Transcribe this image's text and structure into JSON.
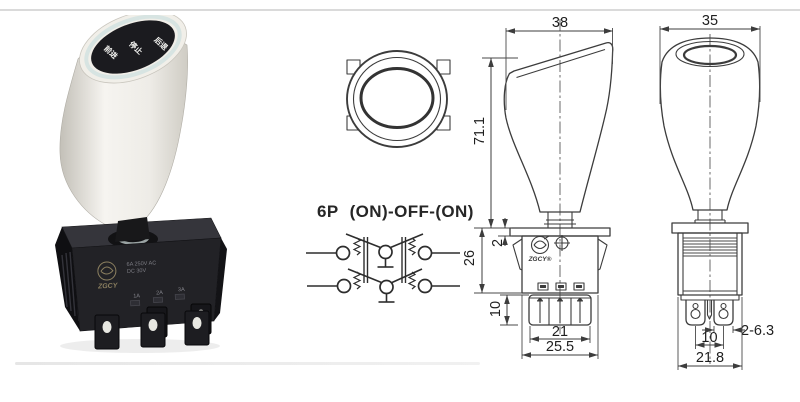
{
  "meta": {
    "description": "Toggle switch with gear-shift knob: product photo, top view, contact schematic, dimensioned front and side views"
  },
  "photo": {
    "knob_labels": [
      "前进",
      "停止",
      "后退"
    ],
    "logo_text": "ZGCY",
    "rating_line_1": "6A 250V AC",
    "rating_line_2": "DC 30V",
    "terminal_marks": [
      "1A",
      "2A",
      "3A"
    ]
  },
  "schematic": {
    "pole_label": "6P",
    "function_label": "(ON)-OFF-(ON)"
  },
  "front_view": {
    "logo": "ZGCY®",
    "dim_knob_width": "38",
    "dim_total_height": "71.1",
    "dim_flange_thickness": "2",
    "dim_body_height": "26",
    "dim_terminal_height": "10",
    "dim_pin_span": "21",
    "dim_body_width": "25.5"
  },
  "side_view": {
    "dim_knob_depth": "35",
    "dim_terminal_width": "2-6.3",
    "dim_terminal_pitch": "10",
    "dim_body_depth": "21.8"
  },
  "colors": {
    "drawing_line": "#3c3c3c",
    "dim_text": "#1e1e1e",
    "knob_ring": "#d7e4e2",
    "knob_face": "#1b1b1f",
    "body_black": "#222226"
  }
}
